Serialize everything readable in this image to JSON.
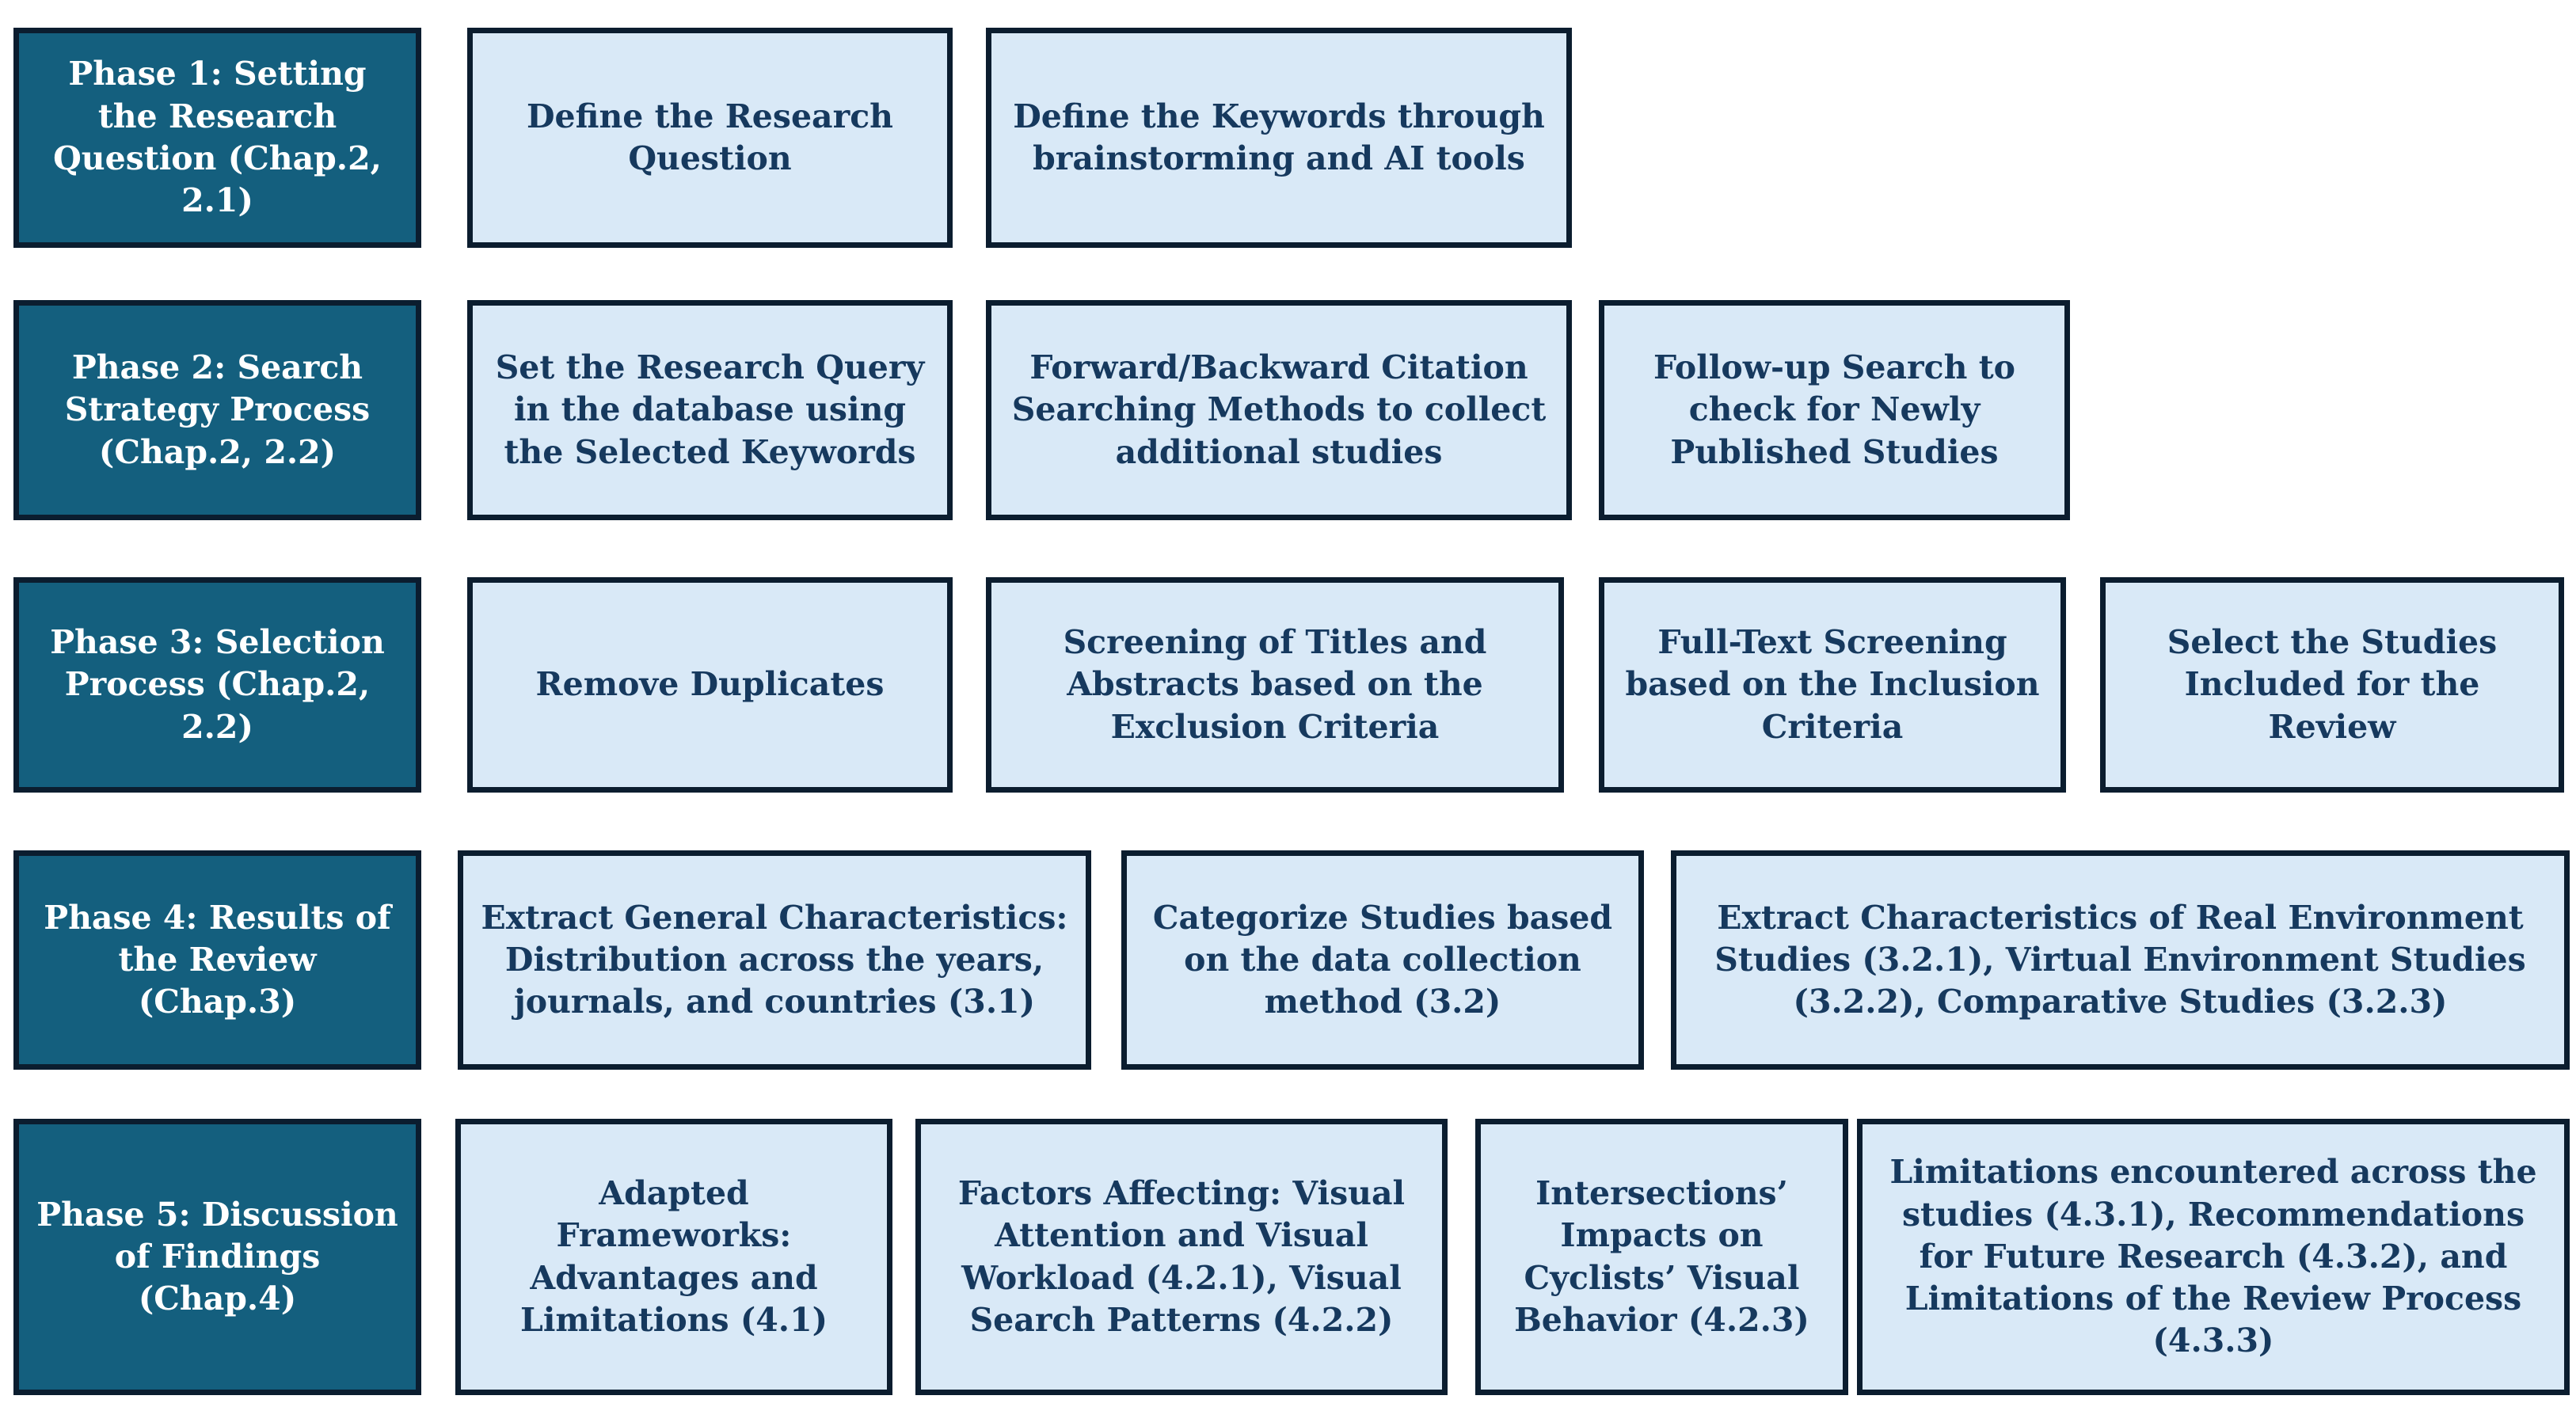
{
  "figure": {
    "description": "Five-phase systematic review process flow diagram",
    "background_color": "#FFFFFF",
    "colors": {
      "phase_box_fill": "#145F7E",
      "phase_box_text": "#FFFFFF",
      "step_box_fill": "#D9E9F7",
      "step_box_text": "#16395E",
      "box_border": "#0B1D2F"
    },
    "rows": [
      {
        "phase_label": "Phase 1: Setting the Research Question (Chap.2, 2.1)",
        "steps": [
          "Define the Research Question",
          "Define the Keywords through brainstorming and AI tools"
        ]
      },
      {
        "phase_label": "Phase 2: Search Strategy Process (Chap.2, 2.2)",
        "steps": [
          "Set the Research Query in the database using the Selected Keywords",
          "Forward/Backward Citation Searching Methods to collect additional studies",
          "Follow-up Search to check for Newly Published Studies"
        ]
      },
      {
        "phase_label": "Phase 3: Selection Process (Chap.2, 2.2)",
        "steps": [
          "Remove Duplicates",
          "Screening of Titles and Abstracts based on the Exclusion Criteria",
          "Full-Text Screening based on the Inclusion Criteria",
          "Select the Studies Included for the Review"
        ]
      },
      {
        "phase_label": "Phase 4: Results of the Review (Chap.3)",
        "steps": [
          "Extract General Characteristics: Distribution across the years, journals, and countries (3.1)",
          "Categorize Studies based on the data collection method (3.2)",
          "Extract Characteristics of Real Environment Studies (3.2.1), Virtual Environment Studies (3.2.2), Comparative Studies (3.2.3)"
        ]
      },
      {
        "phase_label": "Phase 5: Discussion of Findings (Chap.4)",
        "steps": [
          "Adapted Frameworks: Advantages and Limitations (4.1)",
          "Factors Affecting: Visual Attention and Visual Workload (4.2.1), Visual Search Patterns (4.2.2)",
          "Intersections’ Impacts on Cyclists’ Visual Behavior (4.2.3)",
          "Limitations encountered across the studies (4.3.1), Recommendations for Future Research (4.3.2), and Limitations of the Review Process (4.3.3)"
        ]
      }
    ]
  }
}
